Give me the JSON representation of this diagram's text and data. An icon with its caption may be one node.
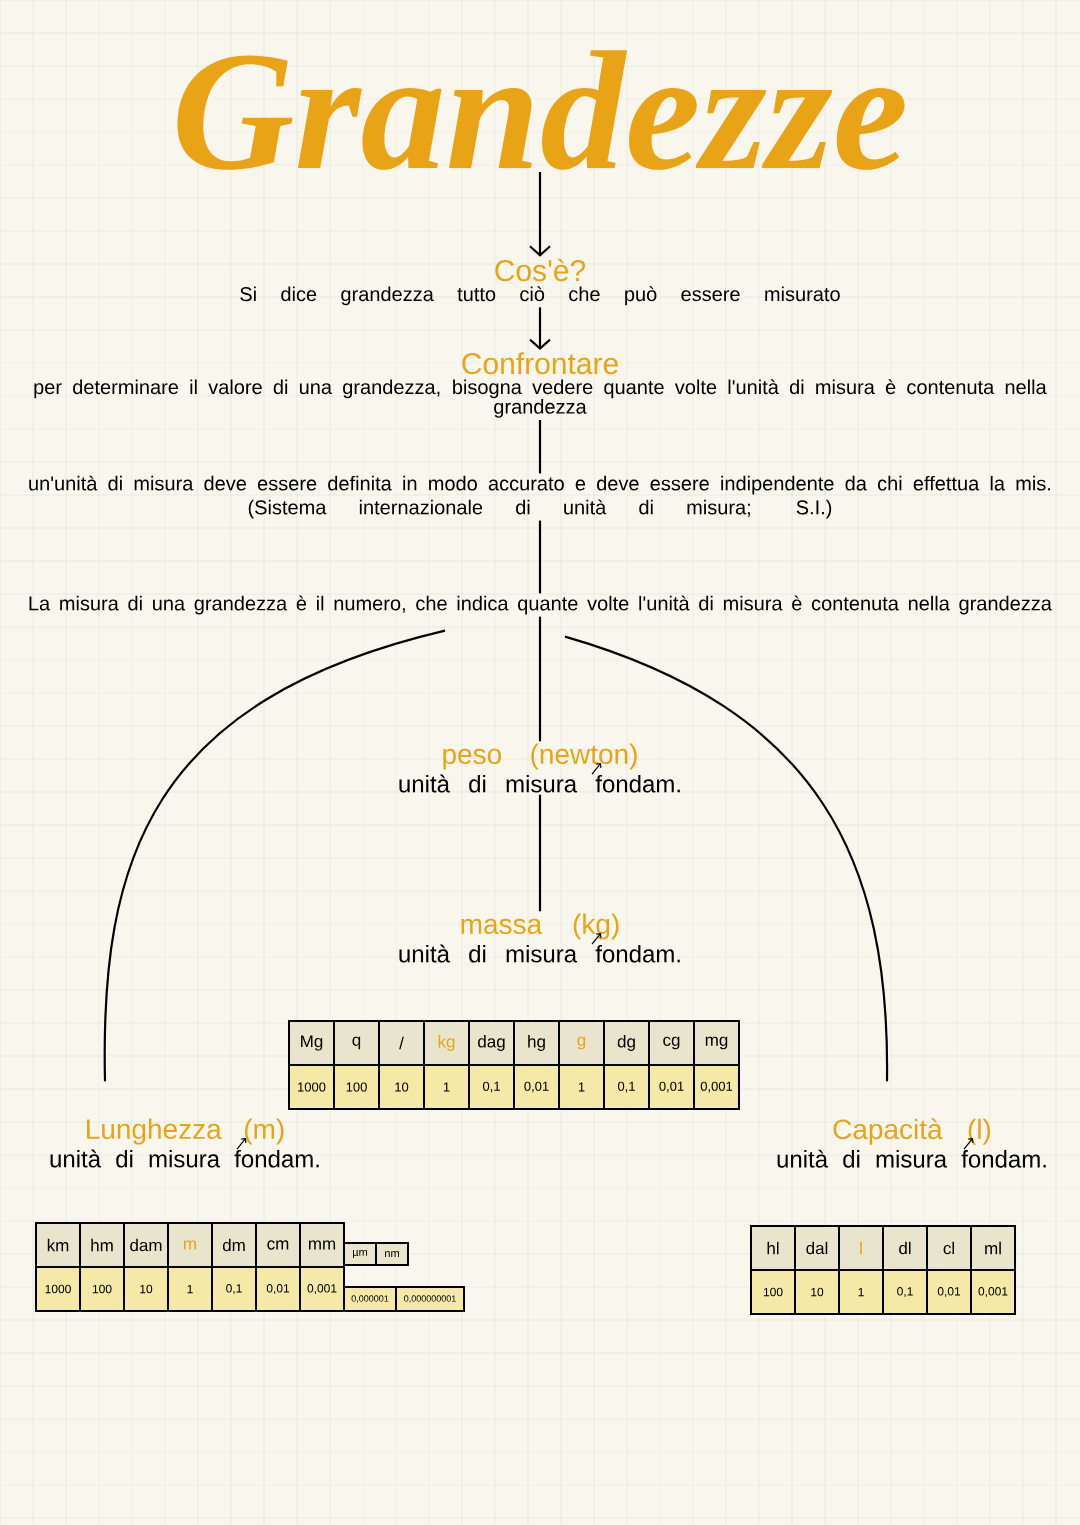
{
  "diagram": {
    "nodes": [
      {
        "text": [
          "Grandezze"
        ]
      },
      {
        "text": [
          "Cos'è?",
          "Si dice grandezza tutto ciò che può essere misurato"
        ]
      },
      {
        "text": [
          "Confrontare",
          "per determinare il valore di una grandezza, bisogna vedere quante volte l'unità di misura è contenuta nella grandezza"
        ]
      },
      {
        "text": [
          "un'unità di misura deve essere definita in modo accurato e deve essere indipendente da chi effettua la mis.",
          "(Sistema internazionale di unità di misura; S.I.)"
        ]
      },
      {
        "text": [
          "La misura di una grandezza è il numero, che indica quante volte l'unità di misura è contenuta nella grandezza"
        ]
      },
      {
        "text": [
          "peso (newton)",
          "unità di misura fondam."
        ]
      },
      {
        "text": [
          "massa (kg)",
          "unità di misura fondam."
        ]
      },
      {
        "text": [
          "Lunghezza (m)",
          "unità di misura fondam."
        ]
      },
      {
        "text": [
          "Capacità (l)",
          "unità di misura fondam."
        ]
      }
    ],
    "edges": [
      {
        "from": 0,
        "to": 1,
        "arrow": "to"
      },
      {
        "from": 1,
        "to": 2,
        "arrow": "to"
      },
      {
        "from": 2,
        "to": 3,
        "arrow": "none"
      },
      {
        "from": 3,
        "to": 4,
        "arrow": "none"
      },
      {
        "from": 4,
        "to": 5,
        "arrow": "none"
      },
      {
        "from": 5,
        "to": 6,
        "arrow": "none"
      },
      {
        "from": 4,
        "to": 7,
        "arrow": "none"
      },
      {
        "from": 4,
        "to": 8,
        "arrow": "none"
      }
    ],
    "labels": [
      "Mg",
      "q",
      "/",
      "kg",
      "dag",
      "hg",
      "g",
      "dg",
      "cg",
      "mg",
      "1000",
      "100",
      "10",
      "1",
      "0,1",
      "0,01",
      "1",
      "0,1",
      "0,01",
      "0,001",
      "km",
      "hm",
      "dam",
      "m",
      "dm",
      "cm",
      "mm",
      "µm",
      "nm",
      "1000",
      "100",
      "10",
      "1",
      "0,1",
      "0,01",
      "0,001",
      "0,000001",
      "0,000000001",
      "hl",
      "dal",
      "l",
      "dl",
      "cl",
      "ml",
      "100",
      "10",
      "1",
      "0,1",
      "0,01",
      "0,001"
    ]
  }
}
